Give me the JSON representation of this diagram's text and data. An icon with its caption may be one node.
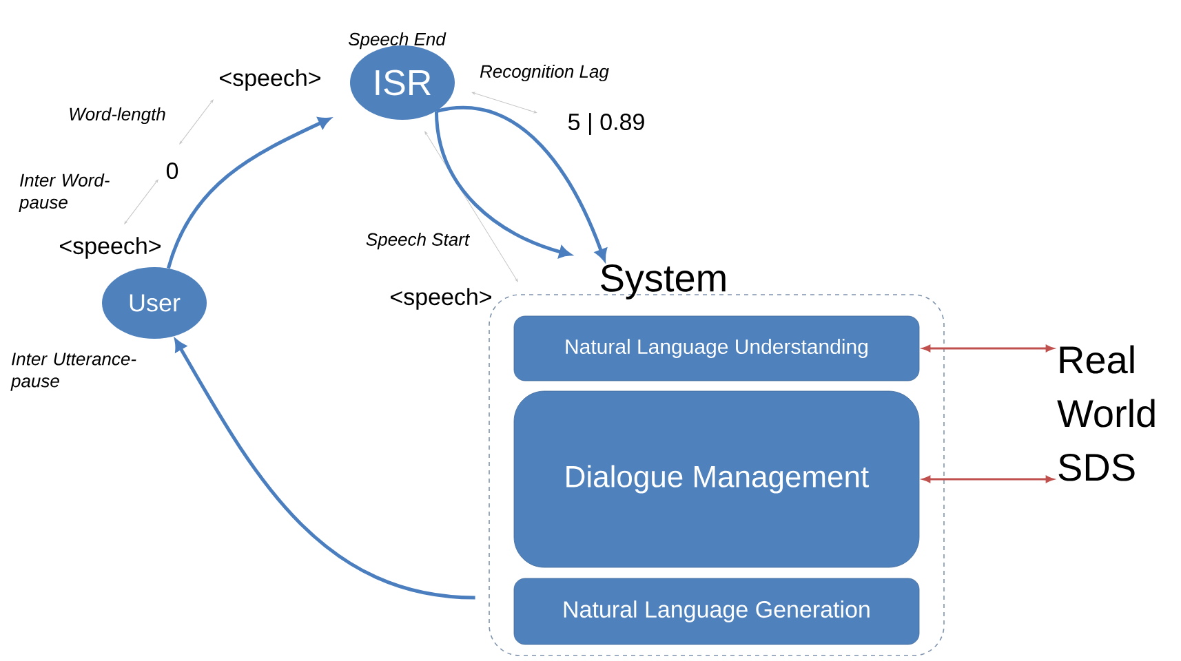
{
  "diagram": {
    "nodes": [
      {
        "text": [
          "User"
        ]
      },
      {
        "text": [
          "ISR"
        ],
        "beside": [
          "Speech End"
        ]
      },
      {
        "text": [
          "System"
        ]
      },
      {
        "text": [
          "Natural Language Understanding"
        ],
        "in": 2
      },
      {
        "text": [
          "Dialogue Management"
        ],
        "in": 2
      },
      {
        "text": [
          "Natural Language Generation"
        ],
        "in": 2
      },
      {
        "text": [
          "Real World SDS"
        ]
      }
    ],
    "edges": [
      {
        "from": 0,
        "to": 1,
        "arrow": "to"
      },
      {
        "from": 1,
        "to": 2,
        "arrow": "to"
      },
      {
        "from": 1,
        "to": 2,
        "arrow": "to"
      },
      {
        "from": 5,
        "to": 0,
        "arrow": "to"
      },
      {
        "from": 3,
        "to": 6,
        "arrow": "both",
        "color": "#c0504d"
      },
      {
        "from": 4,
        "to": 6,
        "arrow": "both",
        "color": "#c0504d"
      }
    ],
    "labels": [
      "<speech>",
      "Recognition Lag",
      "5 | 0.89",
      "Word-length",
      "0",
      "Inter Word-pause",
      "<speech>",
      "Speech Start",
      "<speech>",
      "Inter Utterance-pause"
    ]
  }
}
